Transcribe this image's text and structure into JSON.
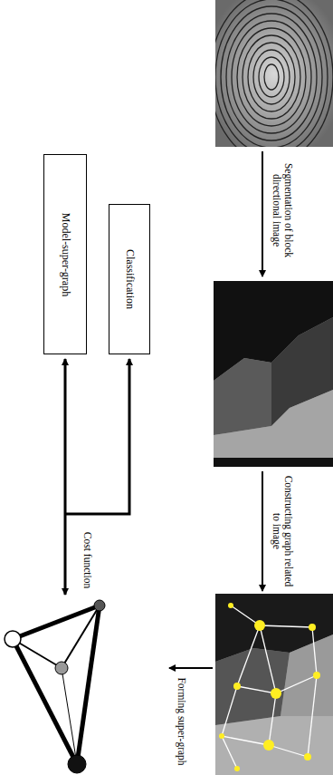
{
  "diagram": {
    "nodes": [
      {
        "text": [
          "Classification"
        ]
      },
      {
        "text": [
          "Model-super-graph"
        ]
      }
    ],
    "labels": [
      "Segmentation of block directional image",
      "Constructing graph related to image",
      "Forming super-graph",
      "Cost function"
    ]
  }
}
